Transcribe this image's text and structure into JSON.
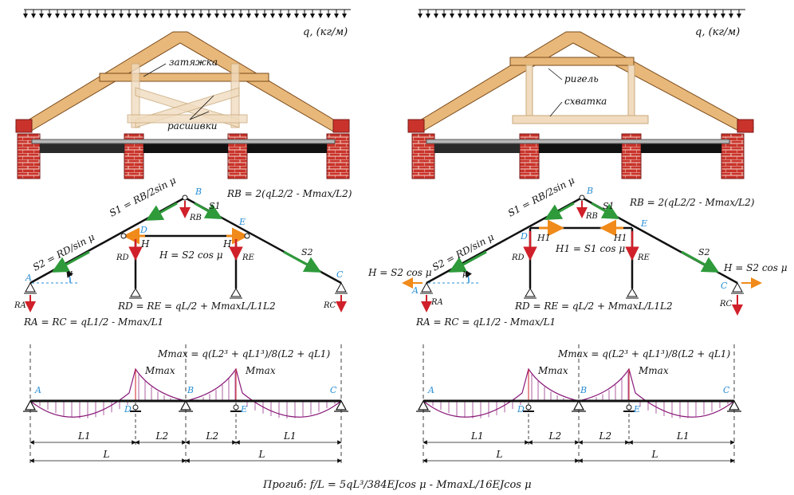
{
  "colors": {
    "wood": "#e8b87a",
    "wood_dark": "#b07a3a",
    "brick": "#c9332b",
    "green": "#2e9a3a",
    "red": "#d0202a",
    "orange": "#f08a1a",
    "purple": "#8a1a7a",
    "blue_label": "#2a8fd6"
  },
  "load_label": "q, (кг/м)",
  "left": {
    "label_tie": "затяжка",
    "label_brace": "расшивки",
    "rb_eq": "RB = 2(qL2/2 - Mmax/L2)",
    "s1_eq": "S1 = RB/2sin μ",
    "s2_eq": "S2 = RD/sin μ",
    "s_label": "S1",
    "s2_label": "S2",
    "h_label": "H",
    "h_eq": "H = S2 cos μ",
    "rd_label": "RD",
    "re_label": "RE",
    "rb_label": "RB",
    "ra_label": "RA",
    "rc_label": "RC",
    "mu_label": "μ",
    "rde_eq": "RD = RE = qL/2 + MmaxL/L1L2",
    "rac_eq": "RA = RC = qL1/2 - Mmax/L1",
    "mmax_eq": "Mmax = q(L2³ + qL1³)/8(L2 + qL1)"
  },
  "right": {
    "label_beam": "ригель",
    "label_clamp": "схватка",
    "rb_eq": "RB = 2(qL2/2 - Mmax/L2)",
    "s1_eq": "S1 = RB/2sin μ",
    "s2_eq": "S2 = RD/sin μ",
    "s_label": "S1",
    "s2_label": "S2",
    "h1_label": "H1",
    "h1_eq": "H1 = S1 cos μ",
    "h_eq": "H = S2 cos μ",
    "rd_label": "RD",
    "re_label": "RE",
    "rb_label": "RB",
    "ra_label": "RA",
    "rc_label": "RC",
    "mu_label": "μ",
    "rde_eq": "RD = RE = qL/2 + MmaxL/L1L2",
    "rac_eq": "RA = RC = qL1/2 - Mmax/L1",
    "mmax_eq": "Mmax = q(L2³ + qL1³)/8(L2 + qL1)"
  },
  "points": {
    "A": "A",
    "B": "B",
    "C": "C",
    "D": "D",
    "E": "E"
  },
  "mmax_label": "Mmax",
  "spans": {
    "L1": "L1",
    "L2": "L2",
    "L": "L"
  },
  "deflection_eq": "Прогиб: f/L = 5qL³/384EJcos μ - MmaxL/16EJcos μ"
}
